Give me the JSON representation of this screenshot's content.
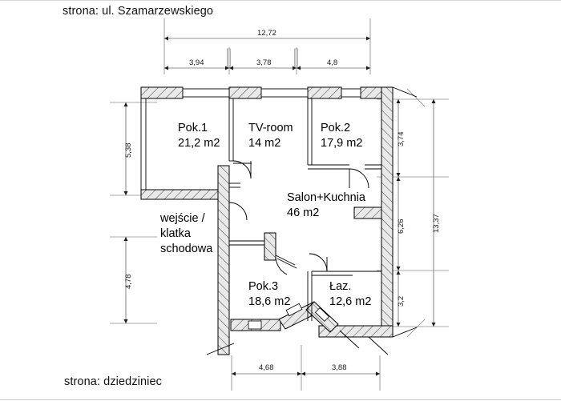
{
  "document": {
    "type": "floor-plan",
    "language": "pl"
  },
  "captions": {
    "top": "strona: ul. Szamarzewskiego",
    "bottom": "strona: dziedziniec"
  },
  "rooms": [
    {
      "name": "Pok.1",
      "area": "21,2 m2"
    },
    {
      "name": "TV-room",
      "area": "14 m2"
    },
    {
      "name": "Pok.2",
      "area": "17,9 m2"
    },
    {
      "name": "Salon+Kuchnia",
      "area": "46 m2"
    },
    {
      "name": "Pok.3",
      "area": "18,6 m2"
    },
    {
      "name": "Łaz.",
      "area": "12,6 m2"
    }
  ],
  "annotations": {
    "stairwell_line1": "wejście /",
    "stairwell_line2": "klatka",
    "stairwell_line3": "schodowa"
  },
  "dimensions": {
    "top_total": "12,72",
    "top_segments": [
      "3,94",
      "3,78",
      "4,8"
    ],
    "left_segments": [
      "5,38",
      "4,78"
    ],
    "right_total": "13,37",
    "right_segments": [
      "3,74",
      "6,26",
      "3,2"
    ],
    "bottom_segments": [
      "4,68",
      "3,88"
    ]
  },
  "colors": {
    "ink": "#000000",
    "wall_fill": "#e8e8e8",
    "dim_line": "#8a8a8a",
    "paper": "#ffffff"
  }
}
